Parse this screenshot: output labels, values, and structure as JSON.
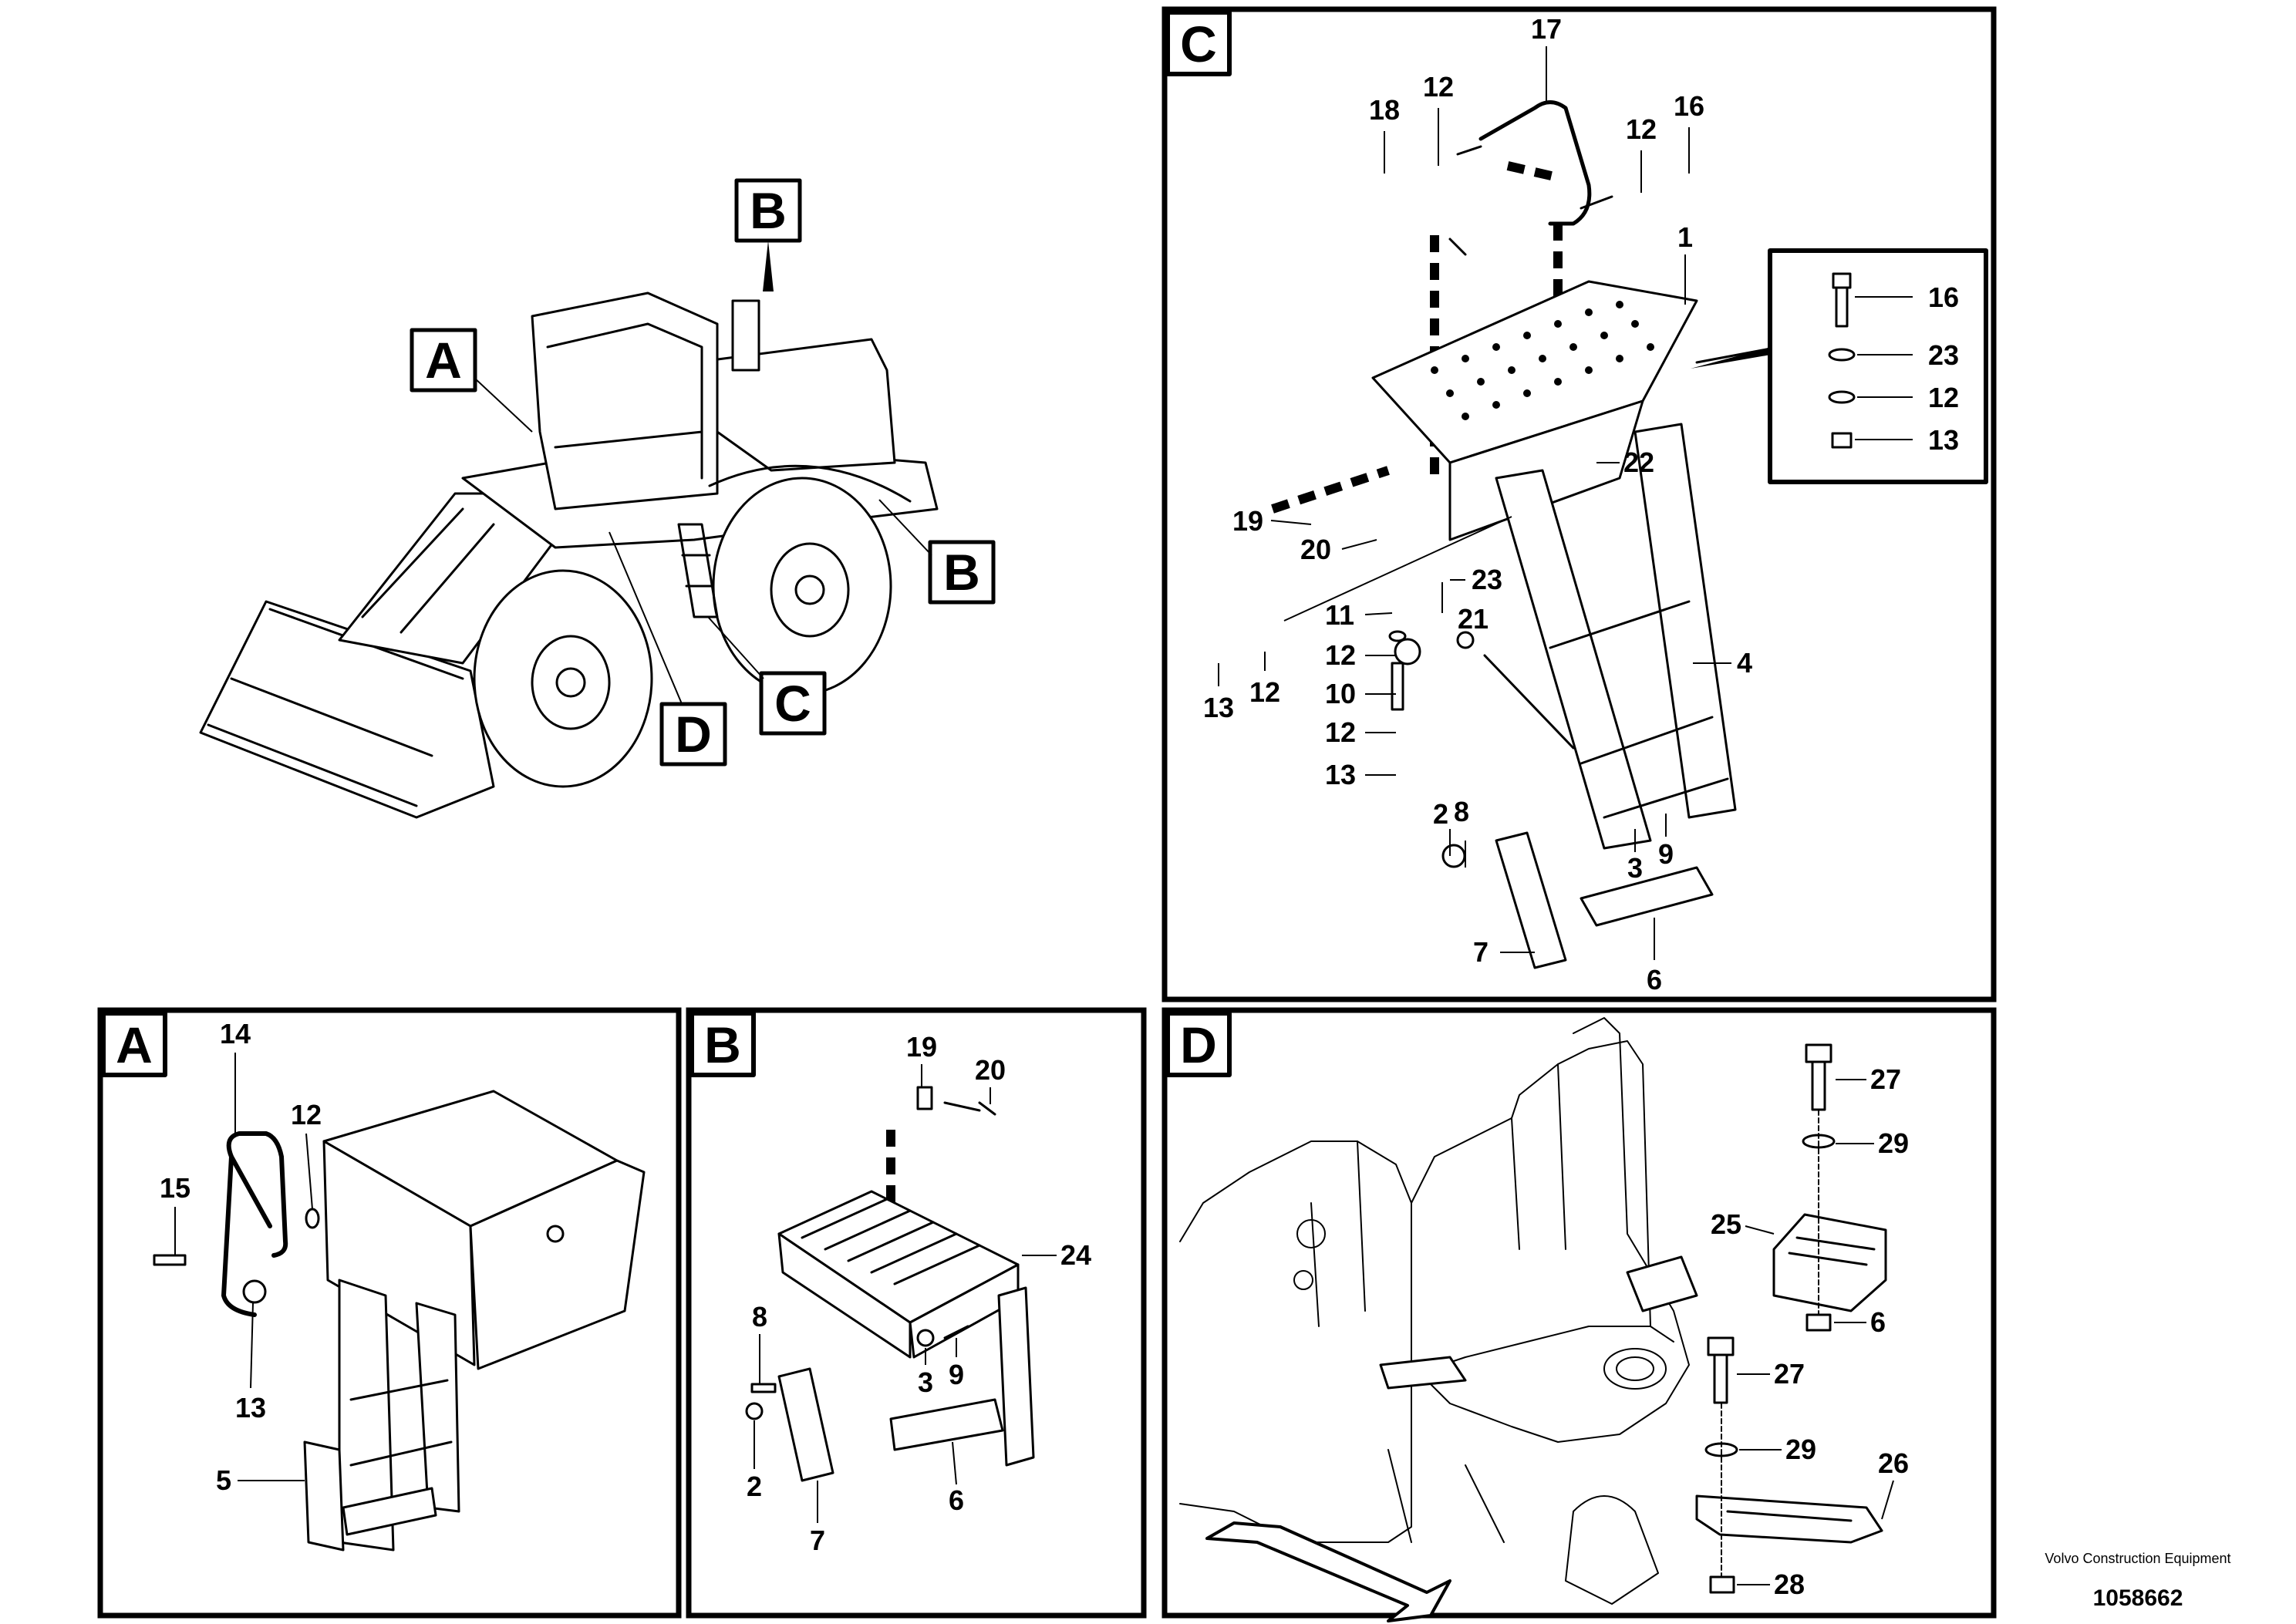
{
  "callouts": {
    "overview": [
      "A",
      "B",
      "B",
      "C",
      "D"
    ],
    "panel_letters": [
      "C",
      "A",
      "B",
      "D"
    ]
  },
  "labels": {
    "panel_c": [
      "17",
      "18",
      "12",
      "12",
      "16",
      "1",
      "16",
      "23",
      "12",
      "13",
      "22",
      "19",
      "20",
      "23",
      "11",
      "21",
      "12",
      "10",
      "12",
      "13",
      "13",
      "12",
      "4",
      "8",
      "2",
      "3",
      "9",
      "7",
      "6"
    ],
    "panel_a": [
      "14",
      "12",
      "15",
      "13",
      "5"
    ],
    "panel_b": [
      "19",
      "20",
      "24",
      "8",
      "3",
      "9",
      "2",
      "6",
      "7"
    ],
    "panel_d": [
      "27",
      "29",
      "25",
      "6",
      "27",
      "29",
      "26",
      "28"
    ]
  },
  "footer": {
    "company": "Volvo Construction Equipment",
    "doc_number": "1058662"
  }
}
